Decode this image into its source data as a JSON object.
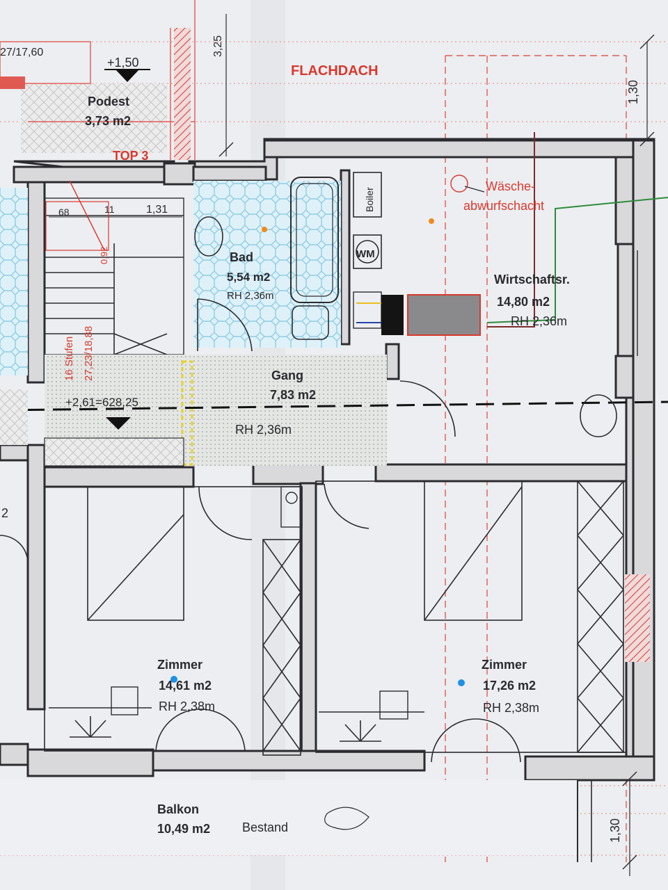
{
  "header": {
    "roof": "FLACHDACH",
    "unit": "TOP 3",
    "dim_top_right": "1,30",
    "dim_top_left": "3,25",
    "dim_corner": "27/17,60"
  },
  "landing": {
    "name": "Podest",
    "area": "3,73 m2",
    "level": "+1,50"
  },
  "stairs": {
    "label_a": "16 Stufen",
    "label_b": "27,23/18,88",
    "dim_a": "68",
    "dim_b": "11",
    "dim_c": "1,31",
    "level": "+2,61=628,25",
    "dim_side": "0,92"
  },
  "rooms": {
    "bad": {
      "name": "Bad",
      "area": "5,54 m2",
      "height": "RH 2,36m"
    },
    "gang": {
      "name": "Gang",
      "area": "7,83 m2",
      "height": "RH 2,36m"
    },
    "wirtschaft": {
      "name": "Wirtschaftsr.",
      "area": "14,80 m2",
      "height": "RH 2,36m"
    },
    "zimmer1": {
      "name": "Zimmer",
      "area": "14,61 m2",
      "height": "RH 2,38m"
    },
    "zimmer2": {
      "name": "Zimmer",
      "area": "17,26 m2",
      "height": "RH 2,38m"
    },
    "balkon": {
      "name": "Balkon",
      "area": "10,49 m2",
      "note": "Bestand"
    }
  },
  "fixtures": {
    "boiler": "Boiler",
    "wm": "WM",
    "chute_a": "Wäsche-",
    "chute_b": "abwurfschacht"
  },
  "dims": {
    "bottom_right": "1,30",
    "left_edge": "2"
  },
  "colors": {
    "paper": "#e9eaee",
    "wall": "#d9d9dc",
    "tile": "#8ecde6",
    "annotation_red": "#d8392e",
    "marker_orange": "#f08a1c",
    "marker_blue": "#1e90e6",
    "pipe_green": "#2e8b3a",
    "pipe_brown": "#7a2b2b"
  }
}
